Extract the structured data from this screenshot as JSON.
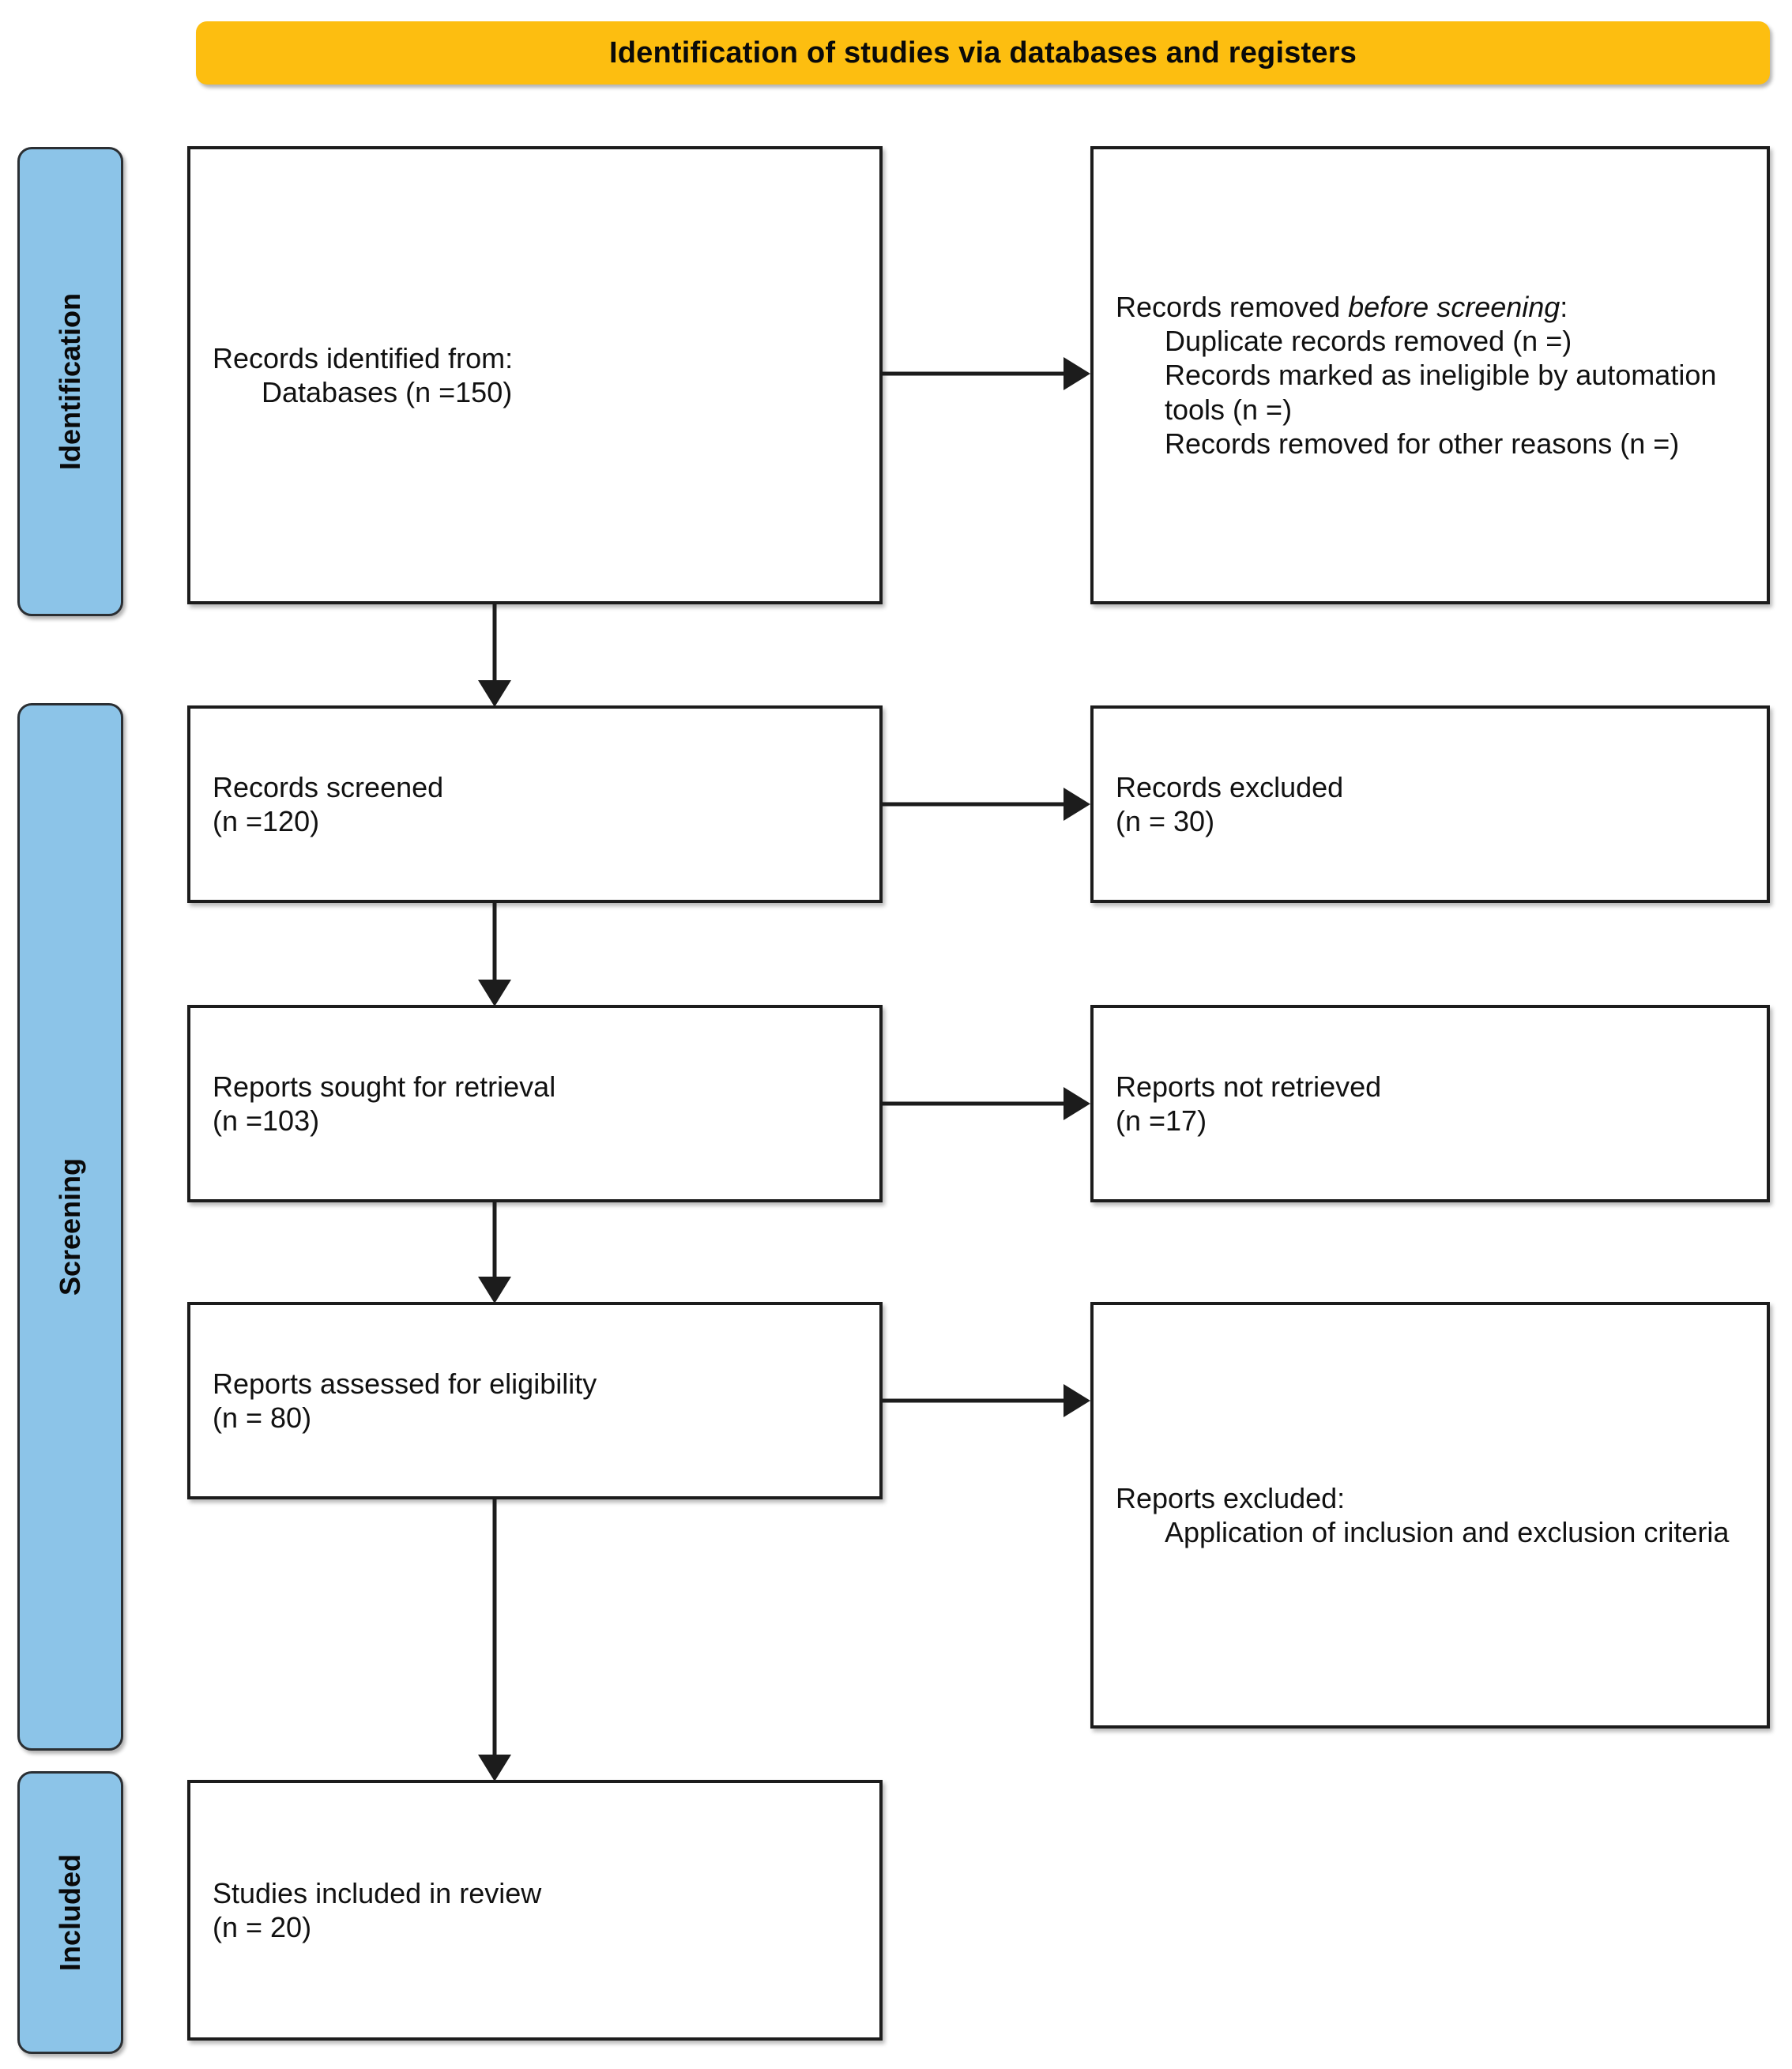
{
  "header": {
    "title": "Identification of studies via databases and registers",
    "bg_color": "#FDBE10"
  },
  "stages": {
    "accent_color": "#8CC4E8",
    "identification": "Identification",
    "screening": "Screening",
    "included": "Included"
  },
  "boxes": {
    "identified": {
      "line1": "Records identified from:",
      "line2": "Databases (n =150)"
    },
    "removed_before_screening": {
      "line1a": "Records removed ",
      "line1b": "before screening",
      "line1c": ":",
      "line2": "Duplicate records removed (n =)",
      "line3": "Records marked as ineligible by automation tools (n =)",
      "line4": "Records removed for other reasons (n =)"
    },
    "screened": {
      "line1": "Records screened",
      "line2": "(n =120)"
    },
    "records_excluded": {
      "line1": "Records excluded",
      "line2": "(n = 30)"
    },
    "sought": {
      "line1": "Reports sought for retrieval",
      "line2": "(n =103)"
    },
    "not_retrieved": {
      "line1": "Reports not retrieved",
      "line2": "(n =17)"
    },
    "assessed": {
      "line1": "Reports assessed for eligibility",
      "line2": "(n = 80)"
    },
    "reports_excluded": {
      "line1": "Reports excluded:",
      "line2": "Application of inclusion and exclusion criteria"
    },
    "included": {
      "line1": "Studies included in review",
      "line2": "(n = 20)"
    }
  }
}
